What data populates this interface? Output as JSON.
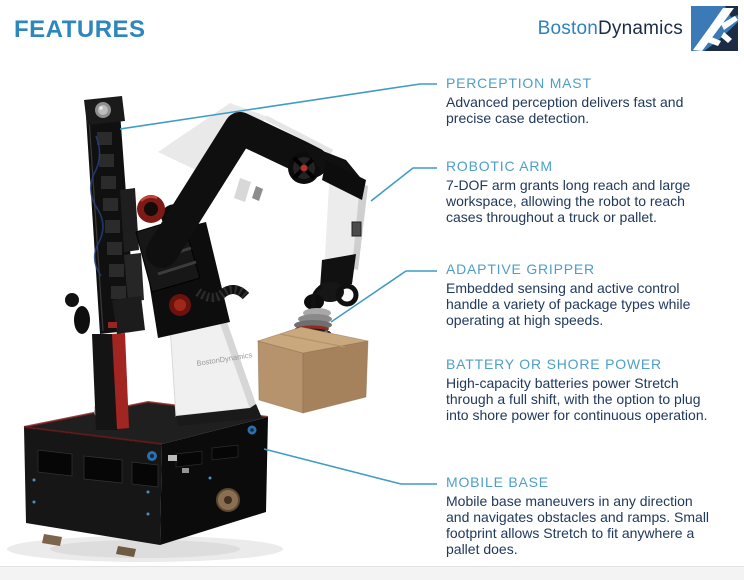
{
  "page": {
    "title": "FEATURES"
  },
  "brand": {
    "name_primary": "Boston",
    "name_secondary": "Dynamics",
    "logo_icon": "boston-dynamics-leaping-figure-mark"
  },
  "robot": {
    "name": "Stretch robot photo",
    "panel_label": "BostonDynamics",
    "callout_parts": [
      "perception-mast",
      "robotic-arm",
      "adaptive-gripper",
      "mobile-base"
    ]
  },
  "features": [
    {
      "title": "PERCEPTION MAST",
      "description": "Advanced perception delivers fast and precise case detection."
    },
    {
      "title": "ROBOTIC ARM",
      "description": "7-DOF arm grants long reach and large workspace, allowing the robot to reach cases throughout a truck or pallet."
    },
    {
      "title": "ADAPTIVE GRIPPER",
      "description": "Embedded sensing and active control handle a variety of package types while operating at high speeds."
    },
    {
      "title": "BATTERY OR SHORE POWER",
      "description": "High-capacity batteries power Stretch through a full shift, with the option to plug into shore power for continuous operation."
    },
    {
      "title": "MOBILE BASE",
      "description": "Mobile base maneuvers in any direction and navigates obstacles and ramps. Small footprint allows Stretch to fit anywhere a pallet does."
    }
  ],
  "colors": {
    "title_accent": "#2E86BE",
    "heading_blue": "#4D9FC7",
    "body_navy": "#20395C",
    "callout_line": "#3F9CC5",
    "brand_navy": "#1C2B45",
    "logo_blue": "#3B79B7",
    "cardboard": "#B6926D"
  }
}
